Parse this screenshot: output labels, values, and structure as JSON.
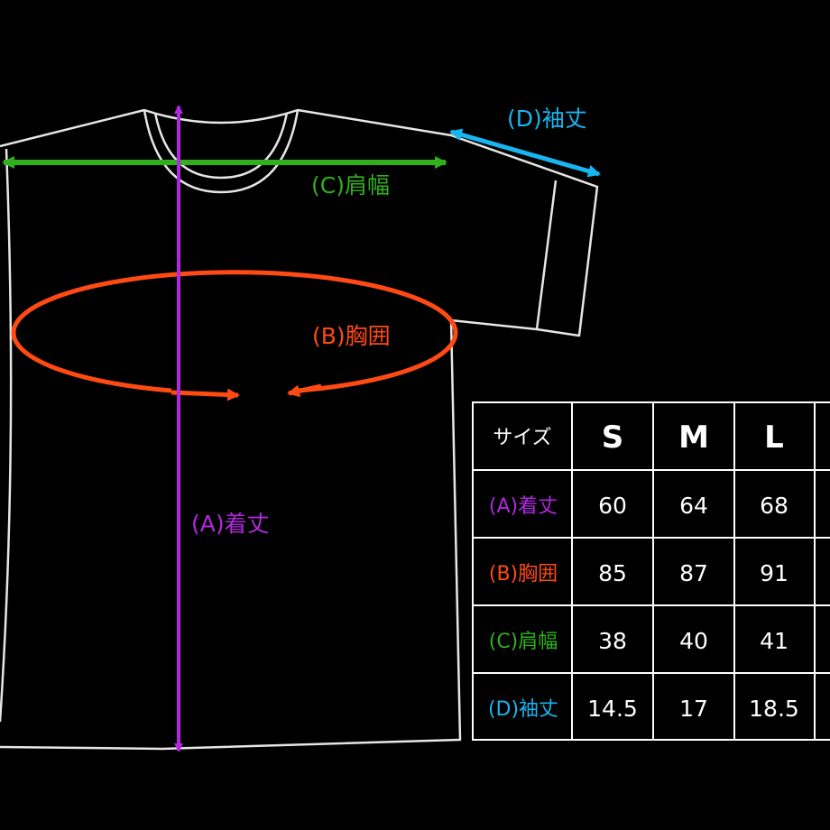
{
  "colors": {
    "background": "#000000",
    "outline": "#e6e6e6",
    "length": "#b128e0",
    "chest": "#ff4a14",
    "shoulder": "#2fb01c",
    "sleeve": "#18b6f0",
    "table_text": "#ffffff",
    "table_border": "#ffffff"
  },
  "labels": {
    "length": "(A)着丈",
    "chest": "(B)胸囲",
    "shoulder": "(C)肩幅",
    "sleeve": "(D)袖丈"
  },
  "table": {
    "header": "サイズ",
    "sizes": [
      "S",
      "M",
      "L"
    ],
    "rows": [
      {
        "label": "(A)着丈",
        "color_key": "length",
        "values": [
          "60",
          "64",
          "68"
        ]
      },
      {
        "label": "(B)胸囲",
        "color_key": "chest",
        "values": [
          "85",
          "87",
          "91"
        ]
      },
      {
        "label": "(C)肩幅",
        "color_key": "shoulder",
        "values": [
          "38",
          "40",
          "41"
        ]
      },
      {
        "label": "(D)袖丈",
        "color_key": "sleeve",
        "values": [
          "14.5",
          "17",
          "18.5"
        ]
      }
    ]
  }
}
